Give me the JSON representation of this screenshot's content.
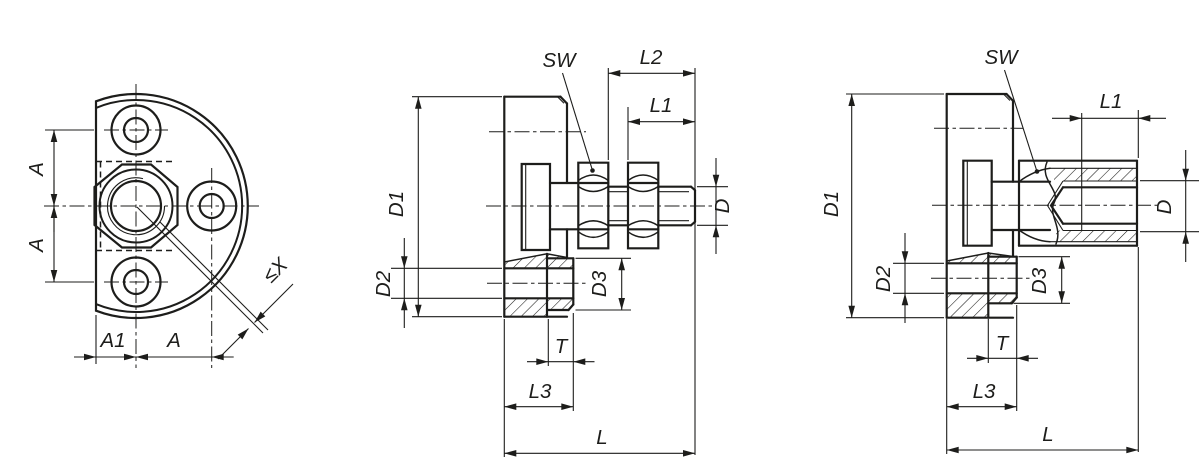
{
  "drawing": {
    "background": "#ffffff",
    "ink": "#1d1d1b",
    "type": "technical-dimension-drawing",
    "views": {
      "front": {
        "labels": {
          "a_top": "A",
          "a_bottom": "A",
          "a1": "A1",
          "a_right": "A",
          "chamfer": "≤X"
        }
      },
      "stud": {
        "labels": {
          "d1": "D1",
          "d2": "D2",
          "d3": "D3",
          "d": "D",
          "sw": "SW",
          "l1": "L1",
          "l2": "L2",
          "l3": "L3",
          "l": "L",
          "t": "T"
        }
      },
      "socket": {
        "labels": {
          "d1": "D1",
          "d2": "D2",
          "d3": "D3",
          "d": "D",
          "sw": "SW",
          "l1": "L1",
          "l3": "L3",
          "l": "L",
          "t": "T"
        }
      }
    }
  }
}
